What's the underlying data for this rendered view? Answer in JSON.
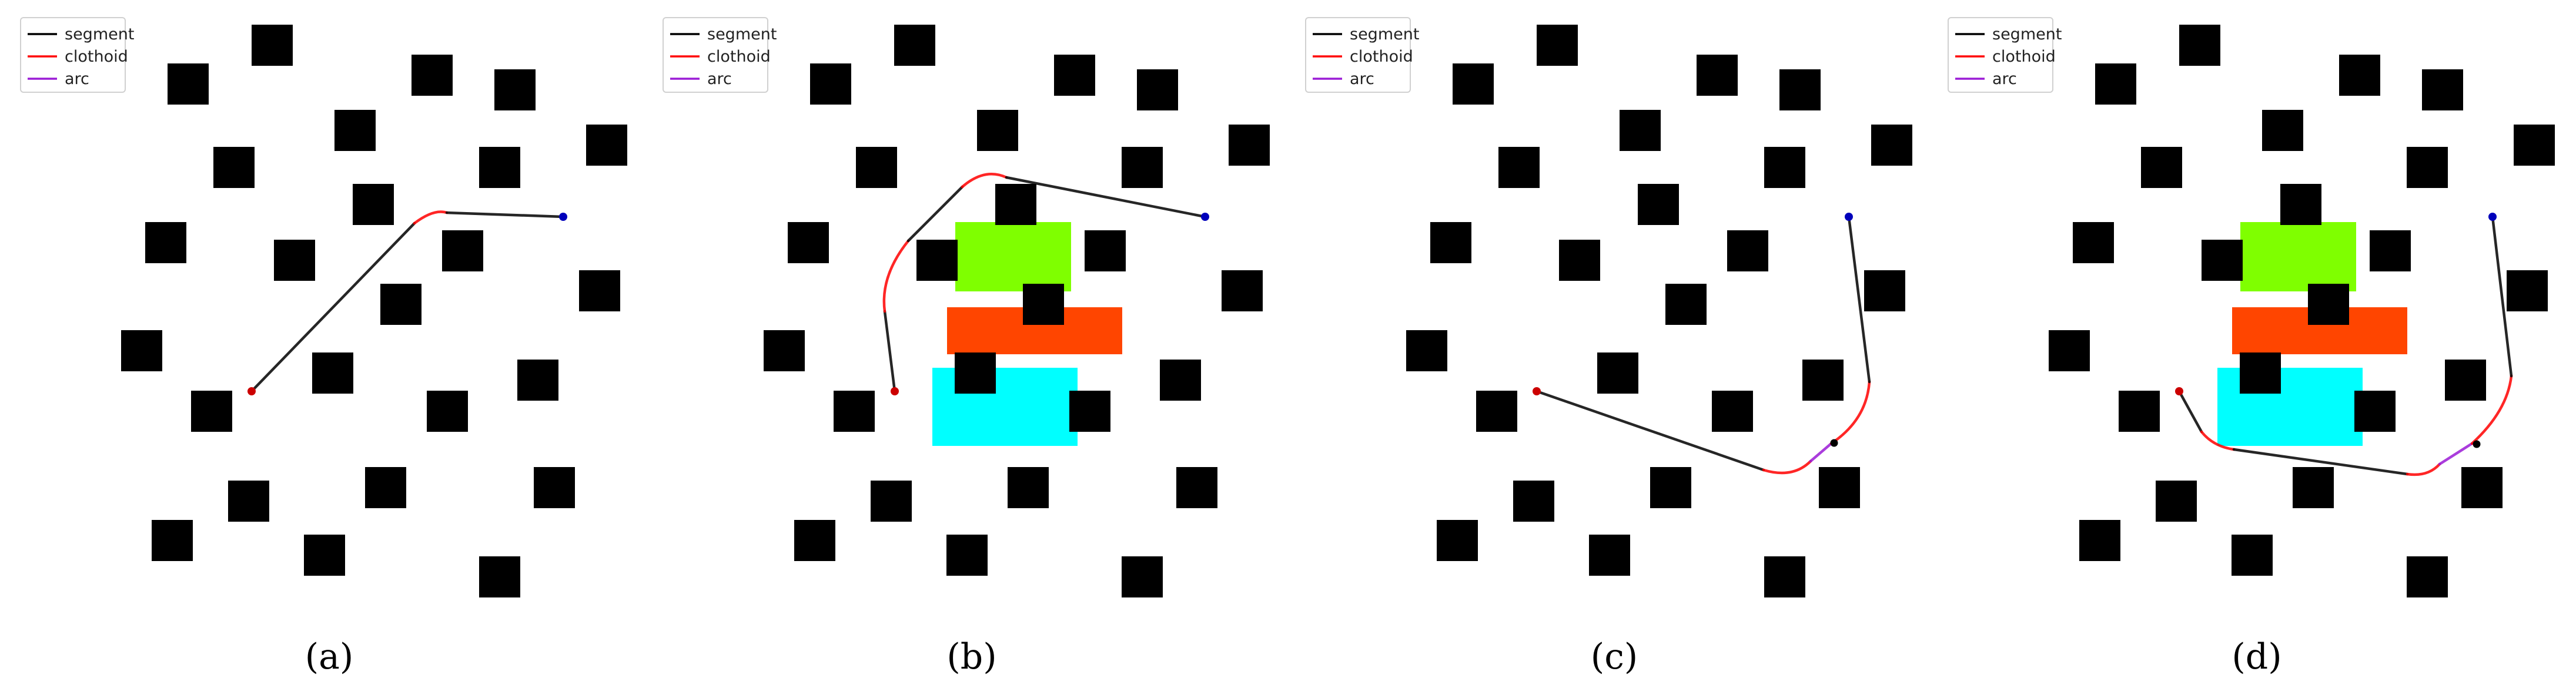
{
  "legend": {
    "items": [
      {
        "label": "segment",
        "color": "#000000"
      },
      {
        "label": "clothoid",
        "color": "#ff0000"
      },
      {
        "label": "arc",
        "color": "#9b1bd6"
      }
    ]
  },
  "colors": {
    "obstacle": "#000000",
    "zone_green": "#7fff00",
    "zone_orange": "#ff4500",
    "zone_cyan": "#00ffff",
    "start_point": "#cc0000",
    "goal_point": "#0000bb",
    "junction_point": "#000000"
  },
  "panels": [
    {
      "id": "a",
      "caption": "(a)",
      "colored_zones": false
    },
    {
      "id": "b",
      "caption": "(b)",
      "colored_zones": true
    },
    {
      "id": "c",
      "caption": "(c)",
      "colored_zones": false
    },
    {
      "id": "d",
      "caption": "(d)",
      "colored_zones": true
    }
  ]
}
